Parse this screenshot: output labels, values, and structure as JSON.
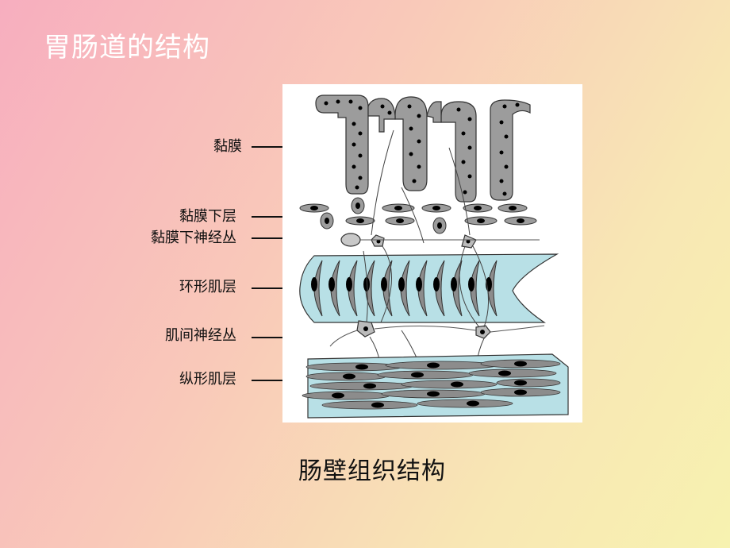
{
  "slide": {
    "title": "胃肠道的结构"
  },
  "diagram": {
    "labels": {
      "mucosa": "黏膜",
      "submucosa": "黏膜下层",
      "submucosal_plexus": "黏膜下神经丛",
      "circular_muscle": "环形肌层",
      "myenteric_plexus": "肌间神经丛",
      "longitudinal_muscle": "纵形肌层"
    },
    "caption": "肠壁组织结构",
    "colors": {
      "muscle_fill": "#b8e0e6",
      "cell_fill": "#8c8c8c",
      "nucleus": "#000000"
    }
  }
}
